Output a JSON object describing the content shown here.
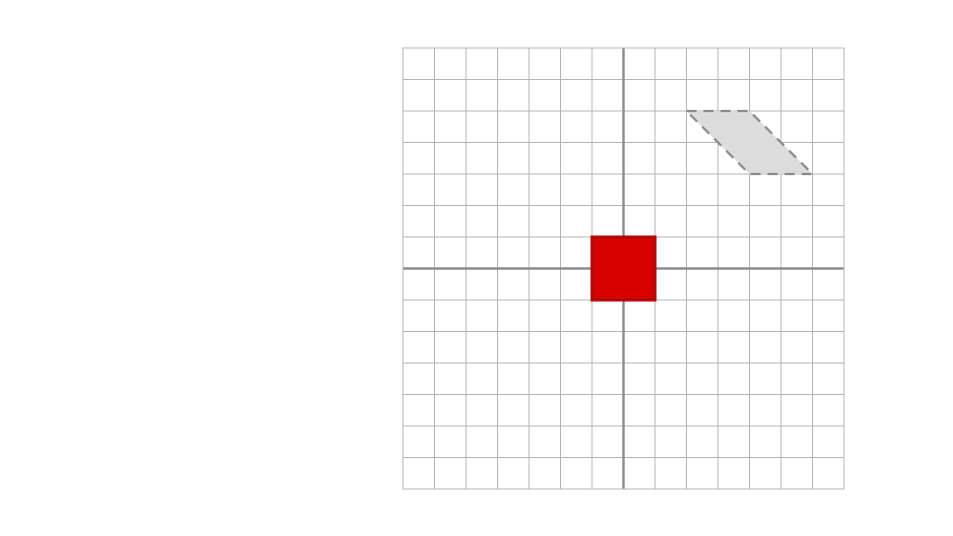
{
  "grid": {
    "range": {
      "xmin": -7,
      "xmax": 7,
      "ymin": -7,
      "ymax": 7
    },
    "step": 1,
    "colors": {
      "gridline": "#b4b4b4",
      "axis": "#8c8c8c"
    }
  },
  "target_shape": {
    "type": "parallelogram",
    "style": "dashed",
    "fill": "#dcdcdc",
    "stroke": "#8a8a8a",
    "vertices": [
      [
        2,
        5
      ],
      [
        4,
        5
      ],
      [
        6,
        3
      ],
      [
        4,
        3
      ]
    ]
  },
  "movable_shape": {
    "type": "square",
    "fill": "#d50000",
    "stroke": "#b10a0a",
    "vertices": [
      [
        -1,
        1
      ],
      [
        1,
        1
      ],
      [
        1,
        -1
      ],
      [
        -1,
        -1
      ]
    ]
  }
}
